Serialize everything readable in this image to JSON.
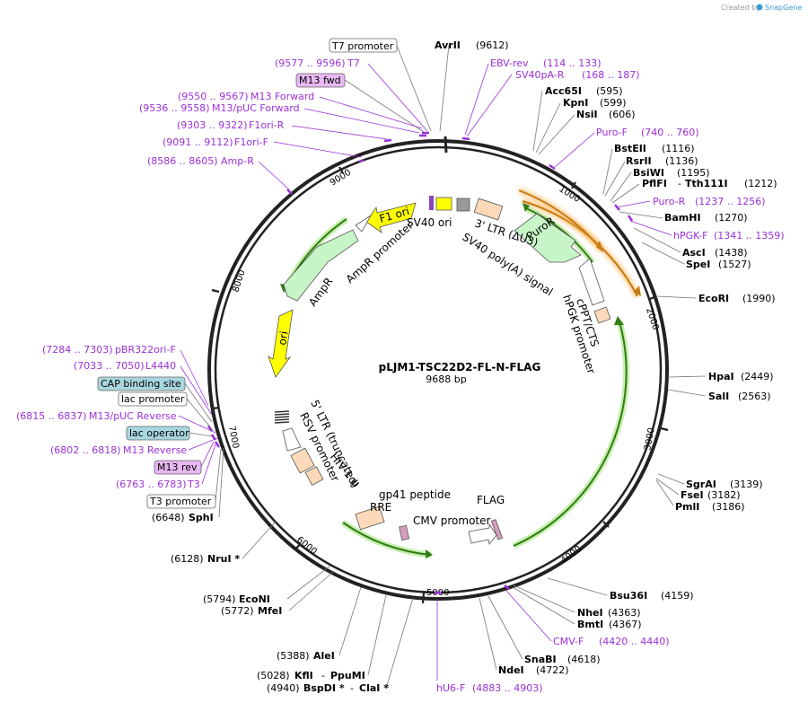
{
  "watermark": "Created by",
  "brand": "SnapGene",
  "plasmid": {
    "name": "pLJM1-TSC22D2-FL-N-FLAG",
    "length": "9688 bp"
  },
  "ticks": [
    "1000",
    "2000",
    "3000",
    "4000",
    "5000",
    "6000",
    "7000",
    "8000",
    "9000"
  ],
  "features": {
    "f1_ori": "F1 ori",
    "sv40_ori": "SV40 ori",
    "ltr3": "3' LTR (ΔU3)",
    "sv40_polya": "SV40 poly(A) signal",
    "puror": "PuroR",
    "cppt": "cPPT/CTS",
    "hpgk": "hPGK promoter",
    "ampr_promoter": "AmpR promoter",
    "ampr": "AmpR",
    "ori": "ori",
    "ltr5": "5' LTR (truncated)",
    "rsv": "RSV promoter",
    "hiv": "HIV-1 ψ",
    "rre": "RRE",
    "gp41": "gp41 peptide",
    "cmv": "CMV promoter",
    "flag": "FLAG"
  },
  "labels": {
    "t7_promoter": "T7 promoter",
    "t7": {
      "range": "(9577 .. 9596)",
      "name": "T7"
    },
    "m13fwd": "M13 fwd",
    "m13_forward": {
      "range": "(9550 .. 9567)",
      "name": "M13 Forward"
    },
    "m13puc_forward": {
      "range": "(9536 .. 9558)",
      "name": "M13/pUC Forward"
    },
    "f1ori_r": {
      "range": "(9303 .. 9322)",
      "name": "F1ori-R"
    },
    "f1ori_f": {
      "range": "(9091 .. 9112)",
      "name": "F1ori-F"
    },
    "amp_r": {
      "range": "(8586 .. 8605)",
      "name": "Amp-R"
    },
    "pbr322ori_f": {
      "range": "(7284 .. 7303)",
      "name": "pBR322ori-F"
    },
    "l4440": {
      "range": "(7033 .. 7050)",
      "name": "L4440"
    },
    "cap": "CAP binding site",
    "lac_promoter": "lac promoter",
    "m13puc_reverse": {
      "range": "(6815 .. 6837)",
      "name": "M13/pUC Reverse"
    },
    "lac_operator": "lac operator",
    "m13_reverse": {
      "range": "(6802 .. 6818)",
      "name": "M13 Reverse"
    },
    "m13rev": "M13 rev",
    "t3": {
      "range": "(6763 .. 6783)",
      "name": "T3"
    },
    "t3_promoter": "T3 promoter",
    "sphi": {
      "num": "(6648)",
      "name": "SphI"
    },
    "nrui": {
      "num": "(6128)",
      "name": "NruI *"
    },
    "econi": {
      "num": "(5794)",
      "name": "EcoNI"
    },
    "mfei": {
      "num": "(5772)",
      "name": "MfeI"
    },
    "alei": {
      "num": "(5388)",
      "name": "AleI"
    },
    "kfli": {
      "num": "(5028)",
      "name": "KflI",
      "name2": "PpuMI"
    },
    "bspdi": {
      "num": "(4940)",
      "name": "BspDI *",
      "name2": "ClaI *"
    },
    "hu6f": {
      "name": "hU6-F",
      "range": "(4883 .. 4903)"
    },
    "avrii": {
      "name": "AvrII",
      "num": "(9612)"
    },
    "ebv_rev": {
      "name": "EBV-rev",
      "range": "(114 .. 133)"
    },
    "sv40pa_r": {
      "name": "SV40pA-R",
      "range": "(168 .. 187)"
    },
    "acc65i": {
      "name": "Acc65I",
      "num": "(595)"
    },
    "kpni": {
      "name": "KpnI",
      "num": "(599)"
    },
    "nsii": {
      "name": "NsiI",
      "num": "(606)"
    },
    "puro_f": {
      "name": "Puro-F",
      "range": "(740 .. 760)"
    },
    "bsteii": {
      "name": "BstEII",
      "num": "(1116)"
    },
    "rsrii": {
      "name": "RsrII",
      "num": "(1136)"
    },
    "bsiwi": {
      "name": "BsiWI",
      "num": "(1195)"
    },
    "pflfi": {
      "name": "PflFI",
      "name2": "Tth111I",
      "num": "(1212)"
    },
    "puro_r": {
      "name": "Puro-R",
      "range": "(1237 .. 1256)"
    },
    "bamhi": {
      "name": "BamHI",
      "num": "(1270)"
    },
    "hpgk_f": {
      "name": "hPGK-F",
      "range": "(1341 .. 1359)"
    },
    "asci": {
      "name": "AscI",
      "num": "(1438)"
    },
    "spei": {
      "name": "SpeI",
      "num": "(1527)"
    },
    "ecori": {
      "name": "EcoRI",
      "num": "(1990)"
    },
    "hpai": {
      "name": "HpaI",
      "num": "(2449)"
    },
    "sali": {
      "name": "SalI",
      "num": "(2563)"
    },
    "sgrai": {
      "name": "SgrAI",
      "num": "(3139)"
    },
    "fsei": {
      "name": "FseI",
      "num": "(3182)"
    },
    "pmli": {
      "name": "PmlI",
      "num": "(3186)"
    },
    "bsu36i": {
      "name": "Bsu36I",
      "num": "(4159)"
    },
    "nhei": {
      "name": "NheI",
      "num": "(4363)"
    },
    "bmti": {
      "name": "BmtI",
      "num": "(4367)"
    },
    "cmv_f": {
      "name": "CMV-F",
      "range": "(4420 .. 4440)"
    },
    "snabi": {
      "name": "SnaBI",
      "num": "(4618)"
    },
    "ndei": {
      "name": "NdeI",
      "num": "(4722)"
    }
  },
  "colors": {
    "primer": "#9b30d9",
    "f1ori": "#ffff00",
    "ori": "#ffff00",
    "resistance": "#c8f5c8",
    "ltr": "#fcd9b8",
    "sv40ori": "#ffff00",
    "orange_arc": "#f5b04b",
    "green_arc": "#4f9d1e",
    "flag": "#d79dbd"
  }
}
